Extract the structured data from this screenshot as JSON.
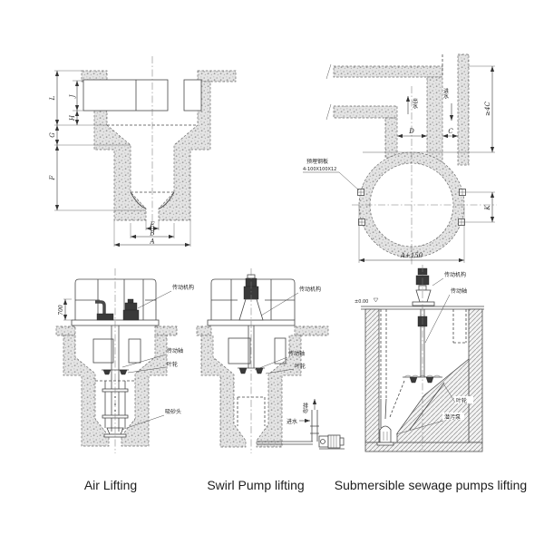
{
  "captions": {
    "color": "#2ecc2e",
    "air_lifting": "Air Lifting",
    "swirl_pump": "Swirl Pump lifting",
    "submersible": "Submersible sewage pumps lifting"
  },
  "section_view": {
    "dim_labels": {
      "L": "L",
      "J": "J",
      "H": "H",
      "G": "G",
      "F": "F",
      "E": "E",
      "B": "B",
      "A": "A"
    }
  },
  "plan_view": {
    "flow_labels": {
      "outlet": "出水",
      "inlet": "进水"
    },
    "plate_note": {
      "line1": "预埋钢板",
      "line2": "4-100X100X12"
    },
    "dim_labels": {
      "D": "D",
      "C": "C",
      "depth": "≥4C",
      "K": "K",
      "width": "A+150"
    }
  },
  "air_lifting": {
    "part_labels": {
      "drive_mechanism": "传动机构",
      "drive_shaft": "传动轴",
      "impeller": "叶轮",
      "suction_head": "吸砂头"
    },
    "dim_labels": {
      "rail_height": "700"
    }
  },
  "swirl_pump": {
    "part_labels": {
      "drive_mechanism": "传动机构",
      "drive_shaft": "传动轴",
      "impeller": "叶轮",
      "sand_discharge": "排砂",
      "water_inlet": "进水"
    }
  },
  "submersible": {
    "part_labels": {
      "drive_mechanism": "传动机构",
      "drive_shaft": "传动轴",
      "impeller": "叶轮",
      "sewage_pump": "潜污泵",
      "ground_level": "±0.00"
    }
  }
}
